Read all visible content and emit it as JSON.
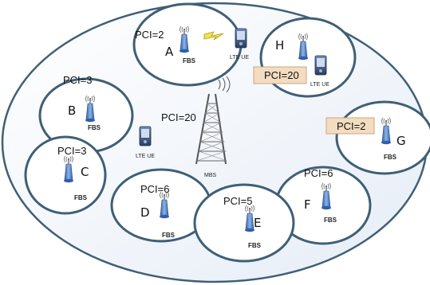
{
  "colors": {
    "border": "#3f5f76",
    "background": "#e8eef7",
    "ap_blue": "#4f7fc5",
    "label_box": "#f4dcc0",
    "lightning": "#f2e14c"
  },
  "macro": {
    "pci": "PCI=20",
    "label": "MBS",
    "icon": "lattice-tower-icon"
  },
  "ue_labels": {
    "ue_top": "LTE UE",
    "ue_center": "LTE UE",
    "ue_h": "LTE UE"
  },
  "cells": [
    {
      "id": "A",
      "pci": "PCI=2",
      "label": "FBS"
    },
    {
      "id": "H",
      "pci": "PCI=20",
      "label": ""
    },
    {
      "id": "B",
      "pci": "PCI=3",
      "label": "FBS"
    },
    {
      "id": "C",
      "pci": "PCI=3",
      "label": "FBS"
    },
    {
      "id": "D",
      "pci": "PCI=6",
      "label": "FBS"
    },
    {
      "id": "E",
      "pci": "PCI=5",
      "label": "FBS"
    },
    {
      "id": "F",
      "pci": "PCI=6",
      "label": "FBS"
    },
    {
      "id": "G",
      "pci": "PCI=2",
      "label": "FBS"
    }
  ]
}
